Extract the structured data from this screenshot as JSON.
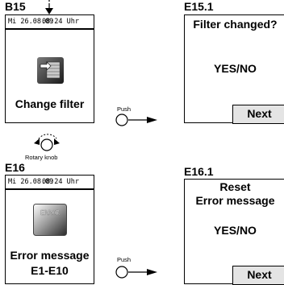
{
  "b15": {
    "code": "B15",
    "status_date": "Mi 26.08.09",
    "status_time": "08:24 Uhr",
    "caption": "Change filter",
    "icon": "filter-change-icon"
  },
  "e15_1": {
    "code": "E15.1",
    "line1": "Filter changed?",
    "line2": "YES/NO",
    "next_label": "Next"
  },
  "push1": {
    "label": "Push"
  },
  "rotary": {
    "label": "Rotary knob"
  },
  "e16": {
    "code": "E16",
    "status_date": "Mi 26.08.09",
    "status_time": "08:24 Uhr",
    "icon_text": "ERROR",
    "caption_line1": "Error message",
    "caption_line2": "E1-E10"
  },
  "push2": {
    "label": "Push"
  },
  "e16_1": {
    "code": "E16.1",
    "line1": "Reset",
    "line2": "Error message",
    "line3": "YES/NO",
    "next_label": "Next"
  }
}
